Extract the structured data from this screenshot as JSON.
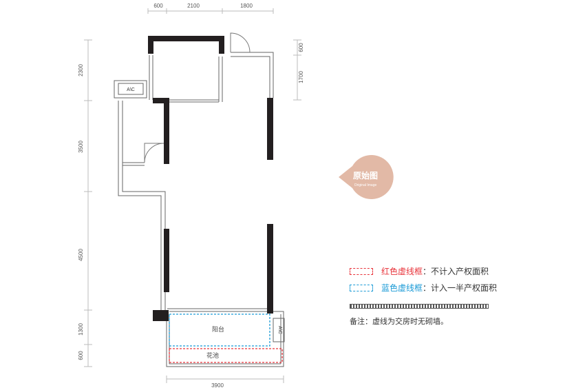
{
  "dimensions": {
    "top": [
      "600",
      "2100",
      "1800"
    ],
    "left": [
      "2300",
      "3500",
      "4500",
      "1300",
      "600"
    ],
    "right": [
      "600",
      "1700"
    ],
    "bottom": [
      "3900"
    ]
  },
  "rooms": {
    "balcony": "阳台",
    "planter": "花池",
    "ac_label": "A\\C"
  },
  "badge": {
    "title": "原始图",
    "subtitle": "Original Image",
    "color": "#e2b9a6"
  },
  "legend": [
    {
      "color_name": "红色虚线框",
      "separator": "：",
      "text": "不计入产权面积",
      "color": "#e8333a"
    },
    {
      "color_name": "蓝色虚线框",
      "separator": "：",
      "text": "计入一半产权面积",
      "color": "#1a9ad6"
    }
  ],
  "note": "备注：虚线为交房时无砌墙。"
}
